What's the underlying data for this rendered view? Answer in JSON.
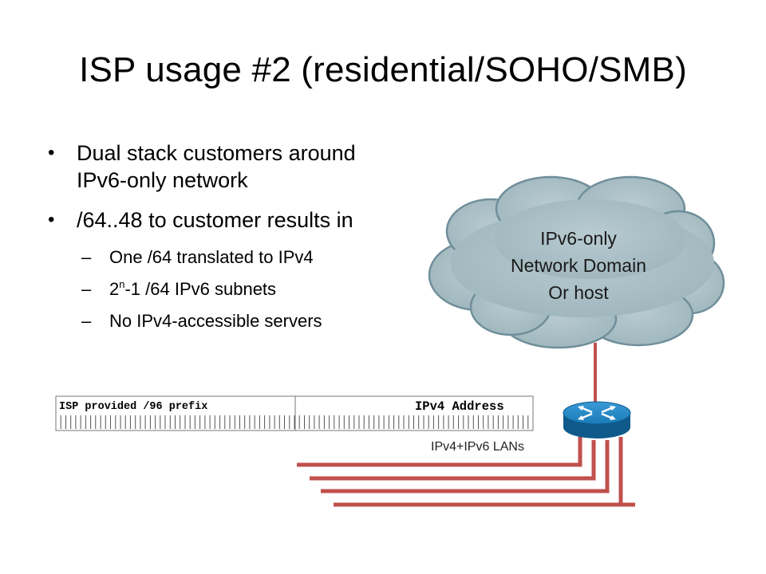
{
  "slide": {
    "title": "ISP usage #2 (residential/SOHO/SMB)"
  },
  "bullets": [
    {
      "text_line1": "Dual stack customers around",
      "text_line2": "IPv6-only network"
    },
    {
      "text": "/64..48 to customer results in",
      "subitems": {
        "one": "One /64 translated to IPv4",
        "two_prefix": "2",
        "two_sup": "n",
        "two_suffix": "-1 /64 IPv6 subnets",
        "three": "No IPv4-accessible servers"
      }
    }
  ],
  "diagram": {
    "cloud_line1": "IPv6-only",
    "cloud_line2": "Network Domain",
    "cloud_line3": "Or host",
    "address_left_label": "ISP provided /96 prefix",
    "address_right_label": "IPv4 Address",
    "lans_label": "IPv4+IPv6 LANs",
    "colors": {
      "cloud_fill": "#a9bfc6",
      "cloud_stroke": "#6f8f9a",
      "link_color": "#c0504d",
      "router_blue": "#1a7bb8",
      "router_dark": "#0f5a8a"
    }
  }
}
